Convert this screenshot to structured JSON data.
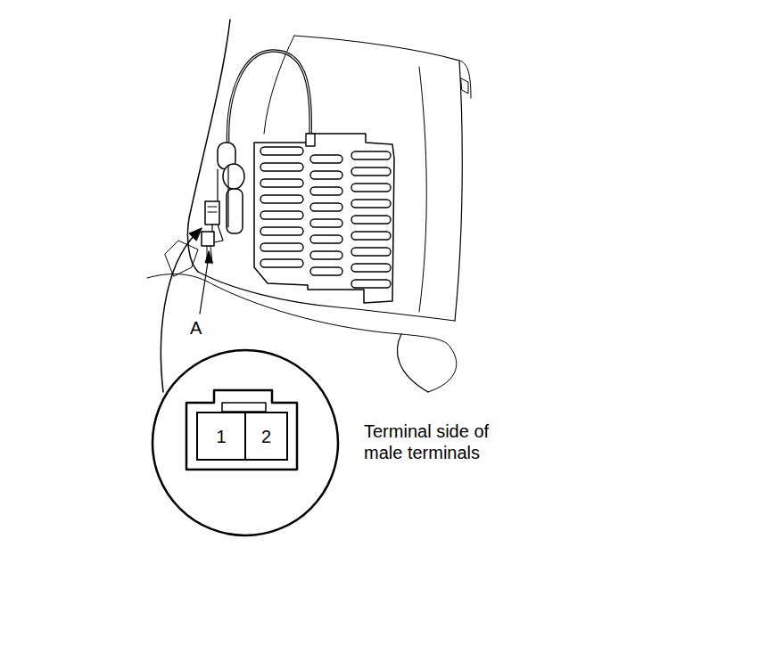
{
  "diagram": {
    "nodes": [
      {
        "text": [
          "1"
        ]
      },
      {
        "text": [
          "2"
        ]
      }
    ],
    "labels": [
      "A",
      "Terminal side of male terminals"
    ]
  }
}
